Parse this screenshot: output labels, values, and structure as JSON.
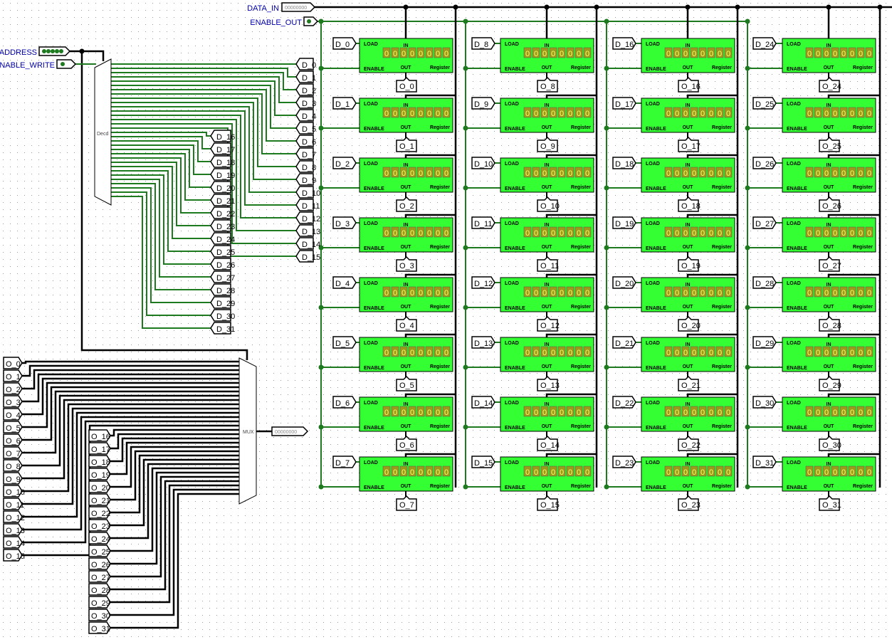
{
  "pins": {
    "address": {
      "label": "ADDRESS",
      "value": "00000"
    },
    "enable_write": {
      "label": "ENABLE_WRITE",
      "value": "0"
    },
    "data_in": {
      "label": "DATA_IN",
      "value": "00000000"
    },
    "enable_out": {
      "label": "ENABLE_OUT",
      "value": "0"
    },
    "mux_out": {
      "value": "00000000"
    }
  },
  "decoder": {
    "label": "Decd"
  },
  "mux": {
    "label": "MUX"
  },
  "register": {
    "load_label": "LOAD",
    "in_label": "IN",
    "enable_label": "ENABLE",
    "out_label": "OUT",
    "name_label": "Register",
    "digits": "00000000"
  },
  "decoder_outputs": [
    "D_0",
    "D_1",
    "D_2",
    "D_3",
    "D_4",
    "D_5",
    "D_6",
    "D_7",
    "D_8",
    "D_9",
    "D_10",
    "D_11",
    "D_12",
    "D_13",
    "D_14",
    "D_15",
    "D_16",
    "D_17",
    "D_18",
    "D_19",
    "D_20",
    "D_21",
    "D_22",
    "D_23",
    "D_24",
    "D_25",
    "D_26",
    "D_27",
    "D_28",
    "D_29",
    "D_30",
    "D_31"
  ],
  "mux_inputs": [
    "O_0",
    "O_1",
    "O_2",
    "O_3",
    "O_4",
    "O_5",
    "O_6",
    "O_7",
    "O_8",
    "O_9",
    "O_10",
    "O_11",
    "O_12",
    "O_13",
    "O_14",
    "O_15",
    "O_16",
    "O_17",
    "O_18",
    "O_19",
    "O_20",
    "O_21",
    "O_22",
    "O_23",
    "O_24",
    "O_25",
    "O_26",
    "O_27",
    "O_28",
    "O_29",
    "O_30",
    "O_31"
  ],
  "colors": {
    "wire_on": "#1e7a1e",
    "wire_bus": "#000000",
    "register_fill": "#33ff33",
    "pin_label": "#0000aa"
  }
}
